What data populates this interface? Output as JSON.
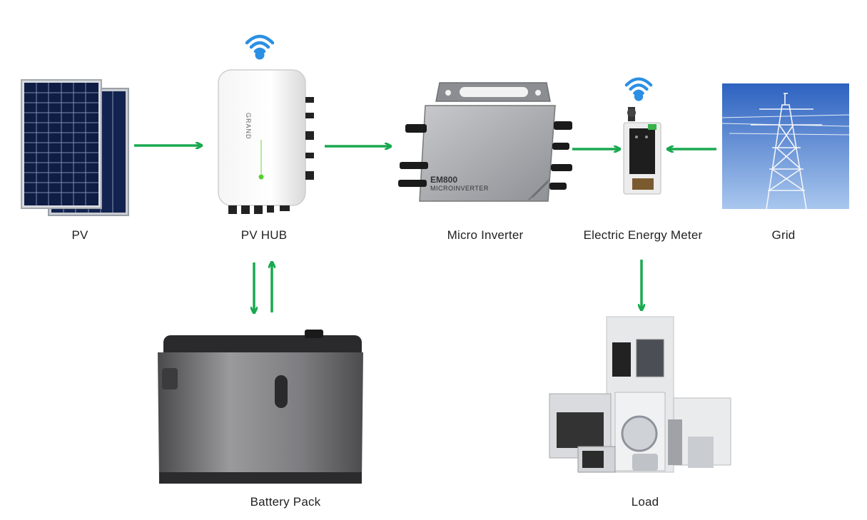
{
  "nodes": {
    "pv": {
      "label": "PV"
    },
    "pv_hub": {
      "label": "PV HUB",
      "brand": "GRAND"
    },
    "micro_inverter": {
      "label": "Micro Inverter",
      "model": "EM800",
      "subtitle": "MICROINVERTER"
    },
    "energy_meter": {
      "label": "Electric Energy Meter"
    },
    "grid": {
      "label": "Grid"
    },
    "battery": {
      "label": "Battery Pack"
    },
    "load": {
      "label": "Load"
    }
  },
  "flows": [
    {
      "from": "PV",
      "to": "PV HUB"
    },
    {
      "from": "PV HUB",
      "to": "Micro Inverter"
    },
    {
      "from": "Micro Inverter",
      "to": "Electric Energy Meter"
    },
    {
      "from": "Grid",
      "to": "Electric Energy Meter"
    },
    {
      "from": "Electric Energy Meter",
      "to": "Load"
    },
    {
      "from": "PV HUB",
      "to": "Battery Pack"
    },
    {
      "from": "Battery Pack",
      "to": "PV HUB"
    }
  ],
  "colors": {
    "arrow": "#1aa84f",
    "wifi": "#2b8fe3",
    "panel": "#0f1d44",
    "grid_sky": "#4a7fd0"
  },
  "icons": [
    "wifi-icon"
  ]
}
